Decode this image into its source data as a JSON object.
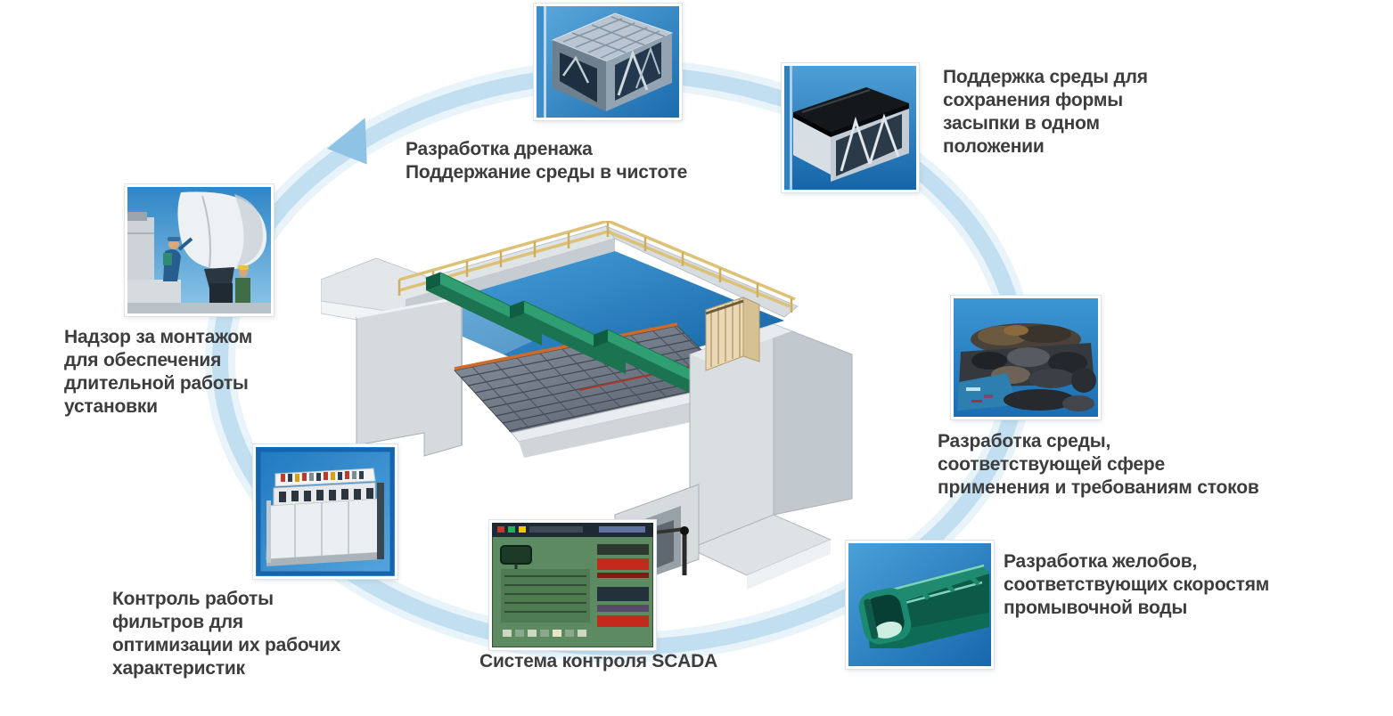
{
  "diagram": {
    "type": "process-cycle",
    "language": "ru",
    "center_subject": "filter-basin-cutaway-illustration",
    "cycle_direction": "clockwise",
    "colors": {
      "ring_blue": "#b7d9ef",
      "photo_background_blue": "#2a86c8",
      "trough_green": "#157a66",
      "alarm_red": "#c22a1c",
      "railing_yellow": "#e0c577",
      "label_text": "#3d3d3d"
    },
    "items": [
      {
        "id": "drainage-design",
        "image": "underdrain-block-photo",
        "label_lines": [
          "Разработка дренажа",
          "Поддержание среды в чистоте"
        ]
      },
      {
        "id": "media-support",
        "image": "capped-underdrain-block-photo",
        "label_lines": [
          "Поддержка среды для",
          "сохранения формы",
          "засыпки в одном",
          "положении"
        ]
      },
      {
        "id": "media-design",
        "image": "filter-media-photo",
        "label_lines": [
          "Разработка среды,",
          "соответствующей сфере",
          "применения и требованиям стоков"
        ]
      },
      {
        "id": "trough-design",
        "image": "wash-trough-photo",
        "label_lines": [
          "Разработка желобов,",
          "соответствующих скоростям",
          "промывочной воды"
        ]
      },
      {
        "id": "scada-control",
        "image": "scada-screen-photo",
        "label_lines": [
          "Система контроля SCADA"
        ]
      },
      {
        "id": "filter-monitoring",
        "image": "filter-control-console-photo",
        "label_lines": [
          "Контроль работы",
          "фильтров для",
          "оптимизации их рабочих",
          "характеристик"
        ]
      },
      {
        "id": "installation-supervision",
        "image": "bag-installation-photo",
        "label_lines": [
          "Надзор за монтажом",
          "для обеспечения",
          "длительной работы",
          "установки"
        ]
      }
    ]
  }
}
